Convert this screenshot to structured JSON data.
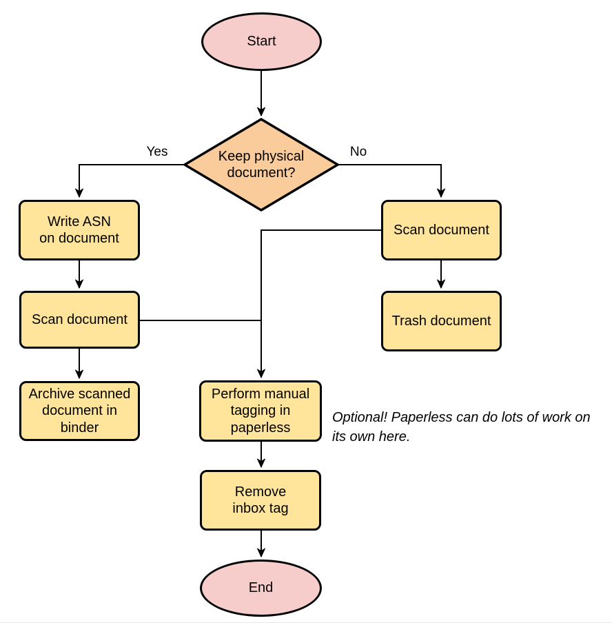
{
  "diagram": {
    "nodes": {
      "start": {
        "label": "Start",
        "type": "terminal"
      },
      "decision": {
        "label": "Keep physical\ndocument?",
        "type": "decision"
      },
      "write_asn": {
        "label": "Write ASN\non document",
        "type": "process"
      },
      "scan_left": {
        "label": "Scan document",
        "type": "process"
      },
      "archive": {
        "label": "Archive scanned\ndocument in\nbinder",
        "type": "process"
      },
      "scan_right": {
        "label": "Scan document",
        "type": "process"
      },
      "trash": {
        "label": "Trash document",
        "type": "process"
      },
      "tagging": {
        "label": "Perform manual\ntagging in\npaperless",
        "type": "process"
      },
      "remove_inbox": {
        "label": "Remove\ninbox tag",
        "type": "process"
      },
      "end": {
        "label": "End",
        "type": "terminal"
      }
    },
    "edge_labels": {
      "yes": "Yes",
      "no": "No"
    },
    "annotation": "Optional! Paperless can do lots of work on\nits own here.",
    "colors": {
      "terminal_fill": "#F7CDCB",
      "decision_fill": "#FACC9B",
      "process_fill": "#FFE59B",
      "stroke": "#000000",
      "background": "#FFFFFF"
    }
  }
}
